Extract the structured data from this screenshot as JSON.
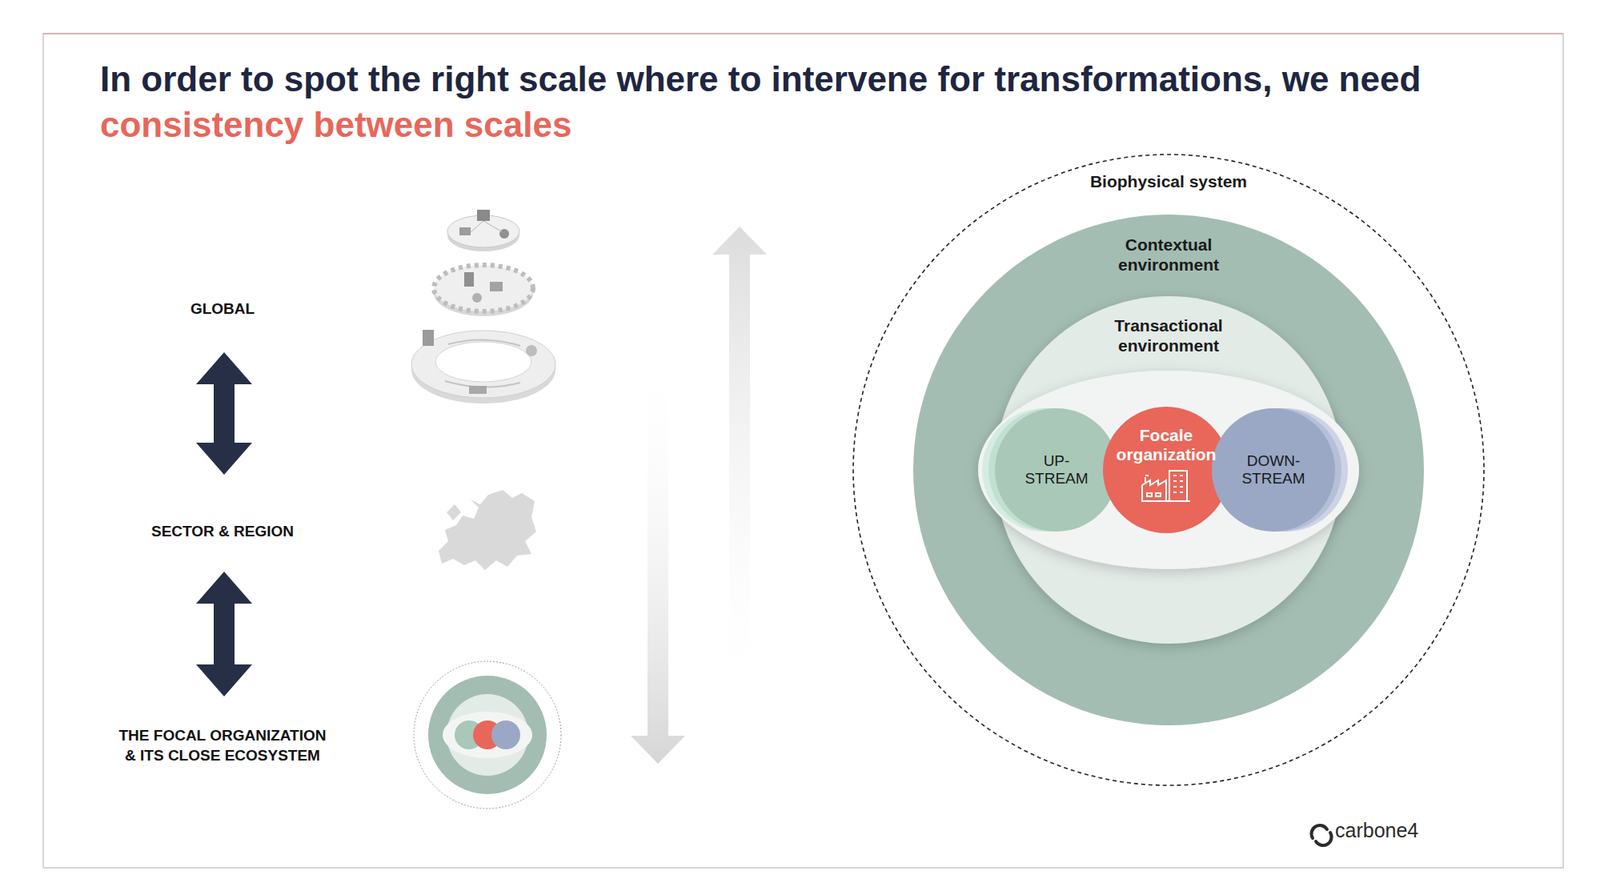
{
  "diagram": {
    "title": "In order to spot the right scale where to intervene for transformations, we need",
    "nodes": [
      {
        "text": [
          "Biophysical system"
        ]
      },
      {
        "text": [
          "Contextual environment"
        ],
        "in": 0
      },
      {
        "text": [
          "Transactional environment"
        ],
        "in": 1
      },
      {
        "text": [
          "UP-STREAM"
        ],
        "in": 2
      },
      {
        "text": [
          "Focale organization"
        ],
        "in": 2
      },
      {
        "text": [
          "DOWN-STREAM"
        ],
        "in": 2
      }
    ],
    "labels": [
      "consistency between scales",
      "GLOBAL",
      "SECTOR & REGION",
      "THE FOCAL ORGANIZATION & ITS CLOSE ECOSYSTEM",
      "carbone4"
    ]
  }
}
